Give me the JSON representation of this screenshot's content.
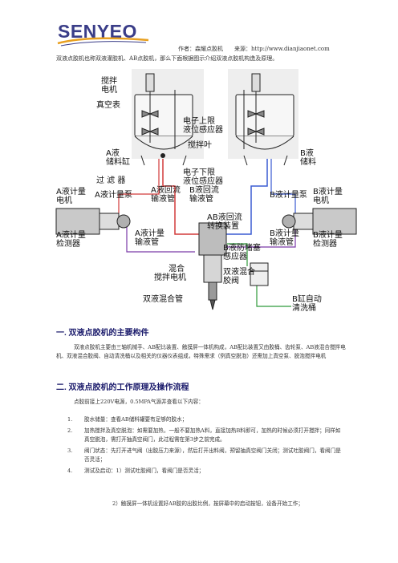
{
  "header": {
    "logo_text": "SENYEO",
    "author_line": "作者：森耀点胶机　　来源：http://www.dianjiaonet.com",
    "intro": "双液点胶机也称双液灌胶机、AB点胶机，那么下面根据图示介绍双液点胶机构造及原理。"
  },
  "diagram": {
    "labels": {
      "stir_motor": [
        "搅拌",
        "电机"
      ],
      "vacuum_gauge": "真空表",
      "upper_sensor": [
        "电子上限",
        "液位感应器"
      ],
      "stir_blade": "搅拌叶",
      "tank_a": [
        "A液",
        "储料缸"
      ],
      "tank_b": [
        "B液",
        "储料"
      ],
      "filter": "过 滤 器",
      "lower_sensor": [
        "电子下限",
        "液位感应器"
      ],
      "a_motor": [
        "A液计量",
        "电机"
      ],
      "a_pump": "A液计量泵",
      "a_return": [
        "A液回流",
        "输液管"
      ],
      "b_return": [
        "B液回流",
        "输液管"
      ],
      "b_pump": "B液计量泵",
      "b_motor": [
        "B液计量",
        "电机"
      ],
      "ab_return": [
        "AB液回流",
        "转换装置"
      ],
      "a_detector": [
        "A液计量",
        "检测器"
      ],
      "a_feed": [
        "A液计量",
        "输液管"
      ],
      "anti_block": [
        "B液防堵塞",
        "感应器"
      ],
      "b_feed": [
        "B液计量",
        "输液管"
      ],
      "b_detector": [
        "B液计量",
        "检测器"
      ],
      "dual_glue": [
        "双液混合",
        "胶阀"
      ],
      "mix_motor": [
        "混合",
        "搅拌电机"
      ],
      "mix_tube": "双液混合管",
      "clean_bucket": [
        "B缸自动",
        "清洗桶"
      ]
    }
  },
  "section1": {
    "title": "一. 双液点胶机的主要构件",
    "body": "双液点胶机主要由三轴机械手、AB配比装置、触摸屏一体机构成，AB配比装置又由胶桶、齿轮泵、AB液混合搅拌电机、双液混合胶阀、自动清洗桶以及相关的仪器仪表组成，特殊需求（例真空脱泡）还需加上真空泵、脱泡搅拌电机"
  },
  "section2": {
    "title": "二. 双液点胶机的工作原理及操作流程",
    "intro": "点胶前接上220V电源，0.5MPA气源并查看以下内容：",
    "steps": [
      {
        "num": "1.",
        "text": "胶水储量：查看AB储料罐要有足够的胶水；"
      },
      {
        "num": "2.",
        "text": "加热搅拌及真空脱泡：如需要加热，一般不要加热A料，直接加热B料即可，加热的时候必须打开搅拌；同样如真空脱泡，需打开抽真空阀门，此过程需在第3步之前完成。"
      },
      {
        "num": "3.",
        "text": "阀门状态：先打开进气阀（出胶压力来源），然后打开出料阀，预留抽真空阀门关闭；测试吐胶阀门，看阀门是否灵活；"
      },
      {
        "num": "4.",
        "text": "测试及启动：1）测试吐胶阀门，看阀门是否灵活；"
      }
    ],
    "note": "2）触摸屏一体机设置好AB胶的出胶比例，按屏幕中的启动按钮，设备开始工作；"
  },
  "colors": {
    "heading": "#1a1a6b",
    "logo": "#3a3d88",
    "pipe_red": "#d23a3a",
    "pipe_blue": "#3a5bd2",
    "pipe_purple": "#7a3aa8",
    "pipe_green": "#2e9a3a"
  }
}
